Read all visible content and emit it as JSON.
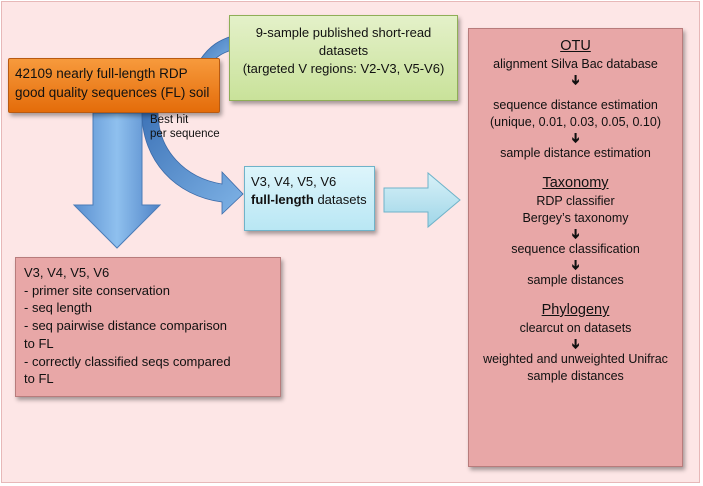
{
  "fl_box": {
    "line1": "42109 nearly full-length RDP",
    "line2": "good quality sequences (FL) soil"
  },
  "short_box": {
    "line1": "9-sample published short-read",
    "line2": "datasets",
    "line3": "(targeted V regions: V2-V3, V5-V6)"
  },
  "hit_label": {
    "line1": "Best hit",
    "line2": "per sequence"
  },
  "vregions_box": {
    "line1": "V3, V4, V5, V6",
    "line2_bold": "full-length",
    "line2_rest": " datasets"
  },
  "left_box": {
    "items": [
      "V3, V4, V5, V6",
      "- primer site conservation",
      "- seq length",
      "- seq pairwise distance comparison",
      "to FL",
      "- correctly classified seqs compared",
      "to FL"
    ]
  },
  "right_box": {
    "otu": {
      "heading": "OTU",
      "step1": "alignment Silva Bac database",
      "step2a": "sequence distance estimation",
      "step2b": "(unique, 0.01, 0.03, 0.05, 0.10)",
      "step3": "sample distance estimation"
    },
    "taxonomy": {
      "heading": "Taxonomy",
      "line1": "RDP classifier",
      "line2": "Bergey’s taxonomy",
      "step1": "sequence classification",
      "step2": "sample distances"
    },
    "phylogeny": {
      "heading": "Phylogeny",
      "step1": "clearcut on datasets",
      "step2a": "weighted and unweighted Unifrac",
      "step2b": "sample distances"
    },
    "arrow_glyph": "➔"
  },
  "colors": {
    "background": "#fde6e6",
    "fl_box": "#e46c0a",
    "short_box": "#c9e29a",
    "vregions_box": "#b9e7f4",
    "pink_box": "#e8a7a7",
    "arrow_blue": "#5a9bd5",
    "arrow_light_blue": "#b7e3f0"
  }
}
